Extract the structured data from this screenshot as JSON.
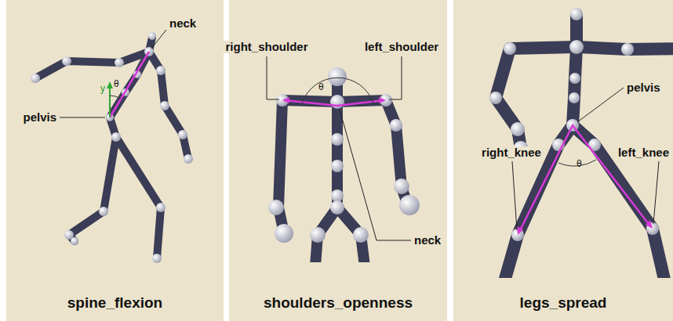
{
  "diagram": {
    "labels": [
      "neck",
      "pelvis",
      "y",
      "θ",
      "spine_flexion",
      "right_shoulder",
      "left_shoulder",
      "θ",
      "neck",
      "shoulders_openness",
      "pelvis",
      "right_knee",
      "left_knee",
      "θ",
      "legs_spread"
    ]
  }
}
